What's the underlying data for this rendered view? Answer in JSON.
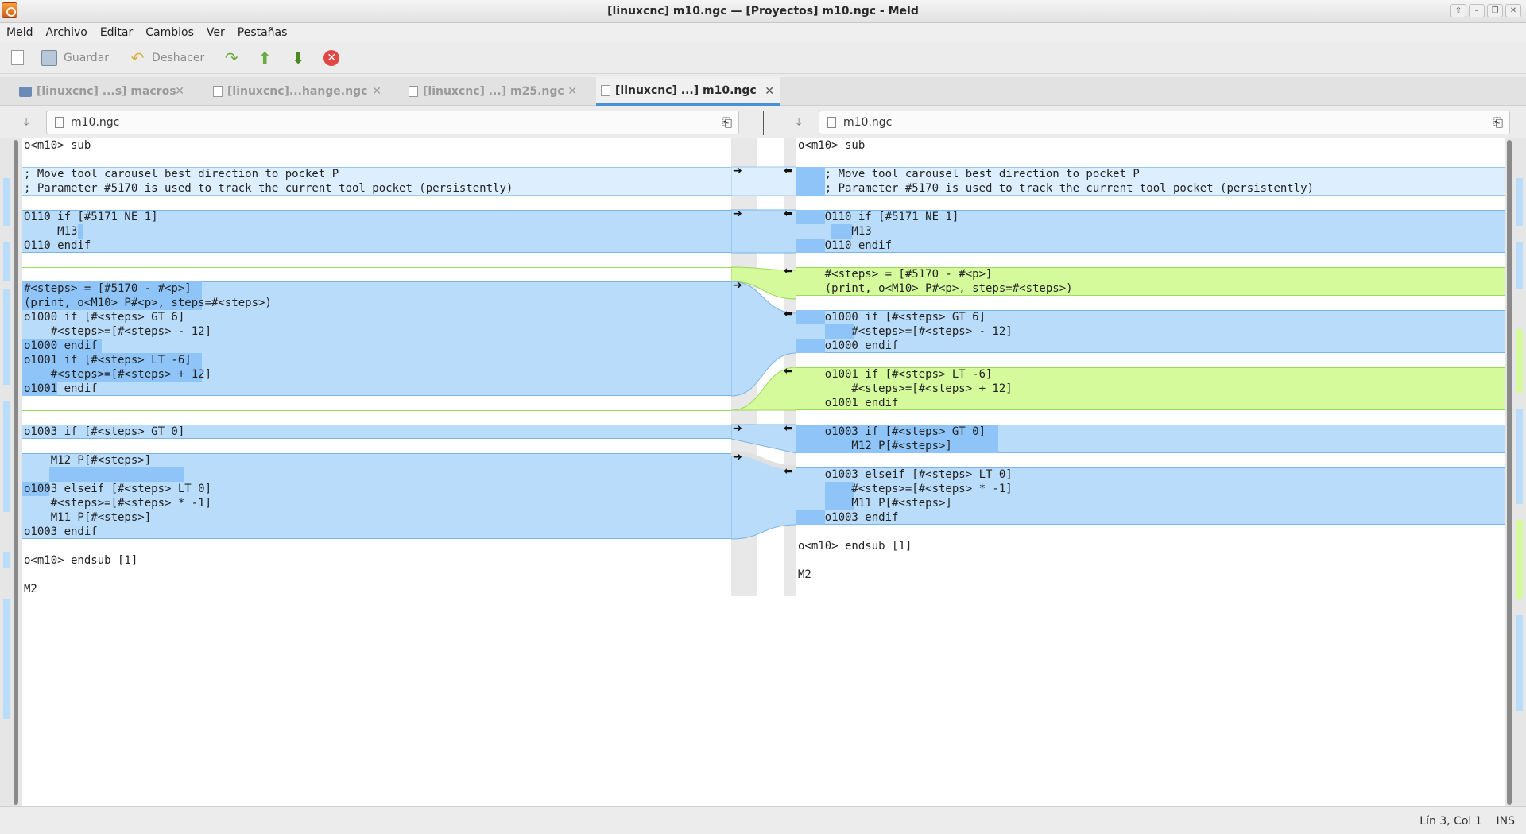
{
  "window": {
    "title": "[linuxcnc] m10.ngc — [Proyectos] m10.ngc - Meld"
  },
  "menu": [
    "Meld",
    "Archivo",
    "Editar",
    "Cambios",
    "Ver",
    "Pestañas"
  ],
  "toolbar": {
    "save_label": "Guardar",
    "undo_label": "Deshacer"
  },
  "tabs": [
    {
      "label": "[linuxcnc] ...s] macros",
      "icon": "folder-icon"
    },
    {
      "label": "[linuxcnc]...hange.ngc",
      "icon": "file-icon"
    },
    {
      "label": "[linuxcnc] ...] m25.ngc",
      "icon": "file-icon"
    },
    {
      "label": "[linuxcnc] ...] m10.ngc",
      "icon": "file-icon",
      "active": true
    }
  ],
  "left_file": {
    "name": "m10.ngc"
  },
  "right_file": {
    "name": "m10.ngc"
  },
  "left_lines": [
    "o<m10> sub",
    "",
    "; Move tool carousel best direction to pocket P",
    "; Parameter #5170 is used to track the current tool pocket (persistently)",
    "",
    "O110 if [#5171 NE 1]",
    "     M13",
    "O110 endif",
    "",
    "",
    "#<steps> = [#5170 - #<p>]",
    "(print, o<M10> P#<p>, steps=#<steps>)",
    "o1000 if [#<steps> GT 6]",
    "    #<steps>=[#<steps> - 12]",
    "o1000 endif",
    "o1001 if [#<steps> LT -6]",
    "    #<steps>=[#<steps> + 12]",
    "o1001 endif",
    "",
    "",
    "o1003 if [#<steps> GT 0]",
    "",
    "    M12 P[#<steps>]",
    "",
    "o1003 elseif [#<steps> LT 0]",
    "    #<steps>=[#<steps> * -1]",
    "    M11 P[#<steps>]",
    "o1003 endif",
    "",
    "o<m10> endsub [1]",
    "",
    "M2"
  ],
  "right_lines": [
    "o<m10> sub",
    "",
    "    ; Move tool carousel best direction to pocket P",
    "    ; Parameter #5170 is used to track the current tool pocket (persistently)",
    "",
    "    O110 if [#5171 NE 1]",
    "        M13",
    "    O110 endif",
    "",
    "    #<steps> = [#5170 - #<p>]",
    "    (print, o<M10> P#<p>, steps=#<steps>)",
    "",
    "    o1000 if [#<steps> GT 6]",
    "        #<steps>=[#<steps> - 12]",
    "    o1000 endif",
    "",
    "    o1001 if [#<steps> LT -6]",
    "        #<steps>=[#<steps> + 12]",
    "    o1001 endif",
    "",
    "    o1003 if [#<steps> GT 0]",
    "        M12 P[#<steps>]",
    "",
    "    o1003 elseif [#<steps> LT 0]",
    "        #<steps>=[#<steps> * -1]",
    "        M11 P[#<steps>]",
    "    o1003 endif",
    "",
    "o<m10> endsub [1]",
    "",
    "M2"
  ],
  "status": {
    "position": "Lín 3, Col 1",
    "mode": "INS"
  }
}
